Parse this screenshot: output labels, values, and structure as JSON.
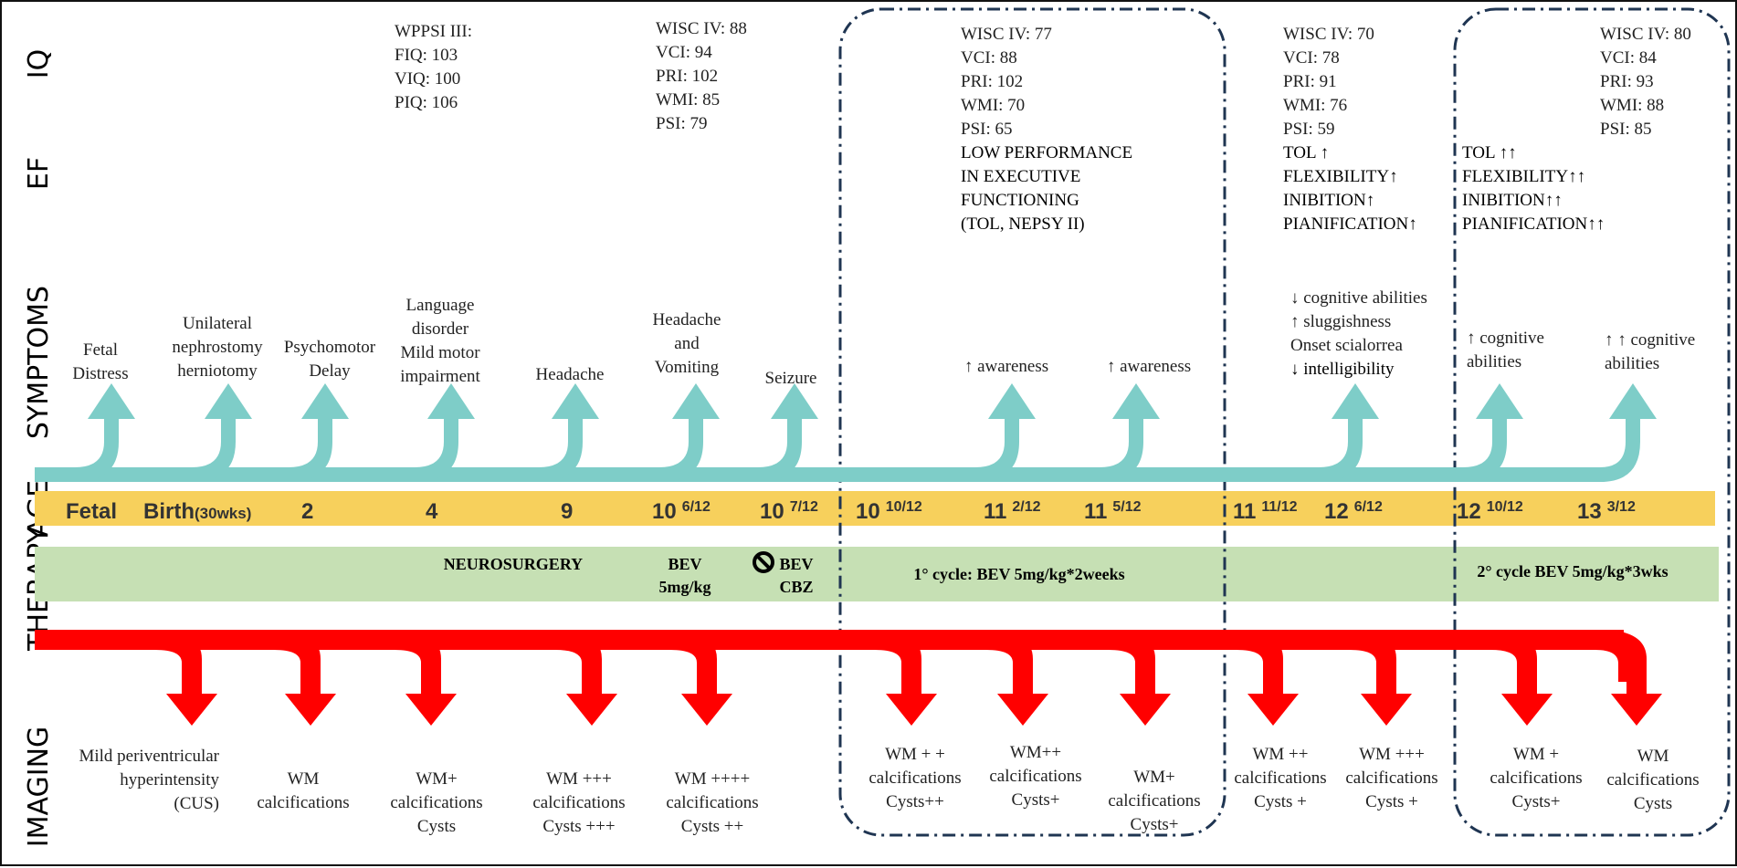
{
  "row_labels": [
    "IQ",
    "EF",
    "SYMPTOMS",
    "AGE",
    "THERAPY",
    "IMAGING"
  ],
  "colors": {
    "teal": "#7ecdc8",
    "age_band": "#f7d05c",
    "therapy_band": "#c6e0b4",
    "red": "#ff0000",
    "box": "#1f3552"
  },
  "iq": [
    {
      "lines": [
        "WPPSI III:",
        "FIQ: 103",
        "VIQ: 100",
        "PIQ: 106"
      ]
    },
    {
      "lines": [
        "WISC IV: 88",
        "VCI: 94",
        "PRI: 102",
        "WMI: 85",
        "PSI: 79"
      ]
    },
    {
      "lines": [
        "WISC IV: 77",
        "VCI: 88",
        "PRI: 102",
        "WMI: 70",
        "PSI: 65"
      ]
    },
    {
      "lines": [
        "WISC IV: 70",
        "VCI: 78",
        "PRI: 91",
        "WMI: 76",
        "PSI: 59"
      ]
    },
    {
      "lines": [
        "WISC IV: 80",
        "VCI: 84",
        "PRI: 93",
        "WMI: 88",
        "PSI: 85"
      ]
    }
  ],
  "ef": [
    {
      "lines": [
        "LOW PERFORMANCE",
        "IN EXECUTIVE",
        "FUNCTIONING",
        "(TOL, NEPSY II)"
      ]
    },
    {
      "lines": [
        "TOL ↑",
        "FLEXIBILITY↑",
        "INIBITION↑",
        "PIANIFICATION↑"
      ]
    },
    {
      "lines": [
        "TOL ↑↑",
        "FLEXIBILITY↑↑",
        "INIBITION↑↑",
        "PIANIFICATION↑↑"
      ]
    }
  ],
  "symptoms": [
    {
      "lines": [
        "Fetal",
        "Distress"
      ]
    },
    {
      "lines": [
        "Unilateral",
        "nephrostomy",
        "herniotomy"
      ]
    },
    {
      "lines": [
        "Psychomotor",
        "Delay"
      ]
    },
    {
      "lines": [
        "Language",
        "disorder",
        "Mild motor",
        "impairment"
      ]
    },
    {
      "lines": [
        "Headache"
      ]
    },
    {
      "lines": [
        "Headache",
        "and",
        "Vomiting"
      ]
    },
    {
      "lines": [
        "Seizure"
      ]
    },
    {
      "lines": [
        "↑ awareness"
      ]
    },
    {
      "lines": [
        "↑ awareness"
      ]
    },
    {
      "lines": [
        "↓ cognitive abilities",
        "↑ sluggishness",
        "Onset scialorrea",
        "↓ intelligibility"
      ]
    },
    {
      "lines": [
        "↑ cognitive",
        "abilities"
      ]
    },
    {
      "lines": [
        "↑ ↑ cognitive",
        "abilities"
      ]
    }
  ],
  "ages": [
    {
      "main": "Fetal",
      "sup": "",
      "small": ""
    },
    {
      "main": "Birth",
      "sup": "",
      "small": "(30wks)"
    },
    {
      "main": "2",
      "sup": "",
      "small": ""
    },
    {
      "main": "4",
      "sup": "",
      "small": ""
    },
    {
      "main": "9",
      "sup": "",
      "small": ""
    },
    {
      "main": "10",
      "sup": "6/12",
      "small": ""
    },
    {
      "main": "10",
      "sup": "7/12",
      "small": ""
    },
    {
      "main": "10",
      "sup": "10/12",
      "small": ""
    },
    {
      "main": "11",
      "sup": "2/12",
      "small": ""
    },
    {
      "main": "11",
      "sup": "5/12",
      "small": ""
    },
    {
      "main": "11",
      "sup": "11/12",
      "small": ""
    },
    {
      "main": "12",
      "sup": "6/12",
      "small": ""
    },
    {
      "main": "12",
      "sup": "10/12",
      "small": ""
    },
    {
      "main": "13",
      "sup": "3/12",
      "small": ""
    }
  ],
  "therapy": [
    {
      "lines": [
        "NEUROSURGERY"
      ]
    },
    {
      "lines": [
        "BEV",
        "5mg/kg"
      ]
    },
    {
      "lines": [
        "BEV",
        "CBZ"
      ]
    },
    {
      "lines": [
        "1° cycle: BEV 5mg/kg*2weeks"
      ]
    },
    {
      "lines": [
        "2° cycle BEV 5mg/kg*3wks"
      ]
    }
  ],
  "imaging": [
    {
      "lines": [
        "Mild periventricular",
        "hyperintensity",
        "(CUS)"
      ]
    },
    {
      "lines": [
        "WM",
        "calcifications"
      ]
    },
    {
      "lines": [
        "WM+",
        "calcifications",
        "Cysts"
      ]
    },
    {
      "lines": [
        "WM +++",
        "calcifications",
        "Cysts +++"
      ]
    },
    {
      "lines": [
        "WM ++++",
        "calcifications",
        "Cysts ++"
      ]
    },
    {
      "lines": [
        "WM + +",
        "calcifications",
        "Cysts++"
      ]
    },
    {
      "lines": [
        "WM++",
        "calcifications",
        "Cysts+"
      ]
    },
    {
      "lines": [
        "WM+",
        "calcifications",
        "Cysts+"
      ]
    },
    {
      "lines": [
        "WM ++",
        "calcifications",
        "Cysts +"
      ]
    },
    {
      "lines": [
        "WM +++",
        "calcifications",
        "Cysts +"
      ]
    },
    {
      "lines": [
        "WM  +",
        "calcifications",
        "Cysts+"
      ]
    },
    {
      "lines": [
        "WM",
        "calcifications",
        "Cysts"
      ]
    }
  ]
}
